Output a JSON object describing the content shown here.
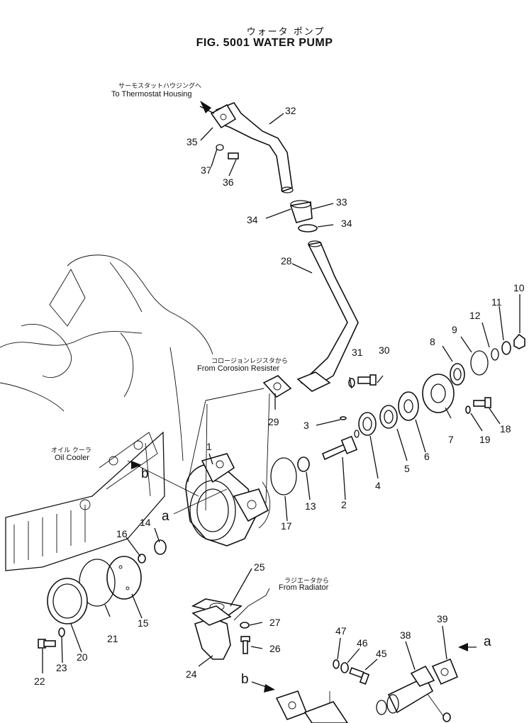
{
  "title_jp": "ウォータ ポンプ",
  "title": "FIG. 5001    WATER PUMP",
  "callouts": {
    "thermostat_jp": "サーモスタットハウジングへ",
    "thermostat_en": "To Thermostat Housing",
    "corosion_jp": "コロージョンレジスタから",
    "corosion_en": "From Corosion Resister",
    "oilcooler_jp": "オイル クーラ",
    "oilcooler_en": "Oil Cooler",
    "radiator_jp": "ラジエータから",
    "radiator_en": "From Radiator"
  },
  "ref_letters": {
    "a1": "a",
    "b1": "b",
    "a2": "a",
    "b2": "b"
  },
  "part_numbers": [
    "1",
    "2",
    "3",
    "4",
    "5",
    "6",
    "7",
    "8",
    "9",
    "10",
    "11",
    "12",
    "13",
    "14",
    "15",
    "16",
    "17",
    "18",
    "19",
    "20",
    "21",
    "22",
    "23",
    "24",
    "25",
    "26",
    "27",
    "28",
    "29",
    "30",
    "31",
    "32",
    "33",
    "34",
    "35",
    "36",
    "37",
    "38",
    "39",
    "45",
    "46",
    "47"
  ],
  "colors": {
    "ink": "#111111",
    "paper": "#ffffff"
  }
}
